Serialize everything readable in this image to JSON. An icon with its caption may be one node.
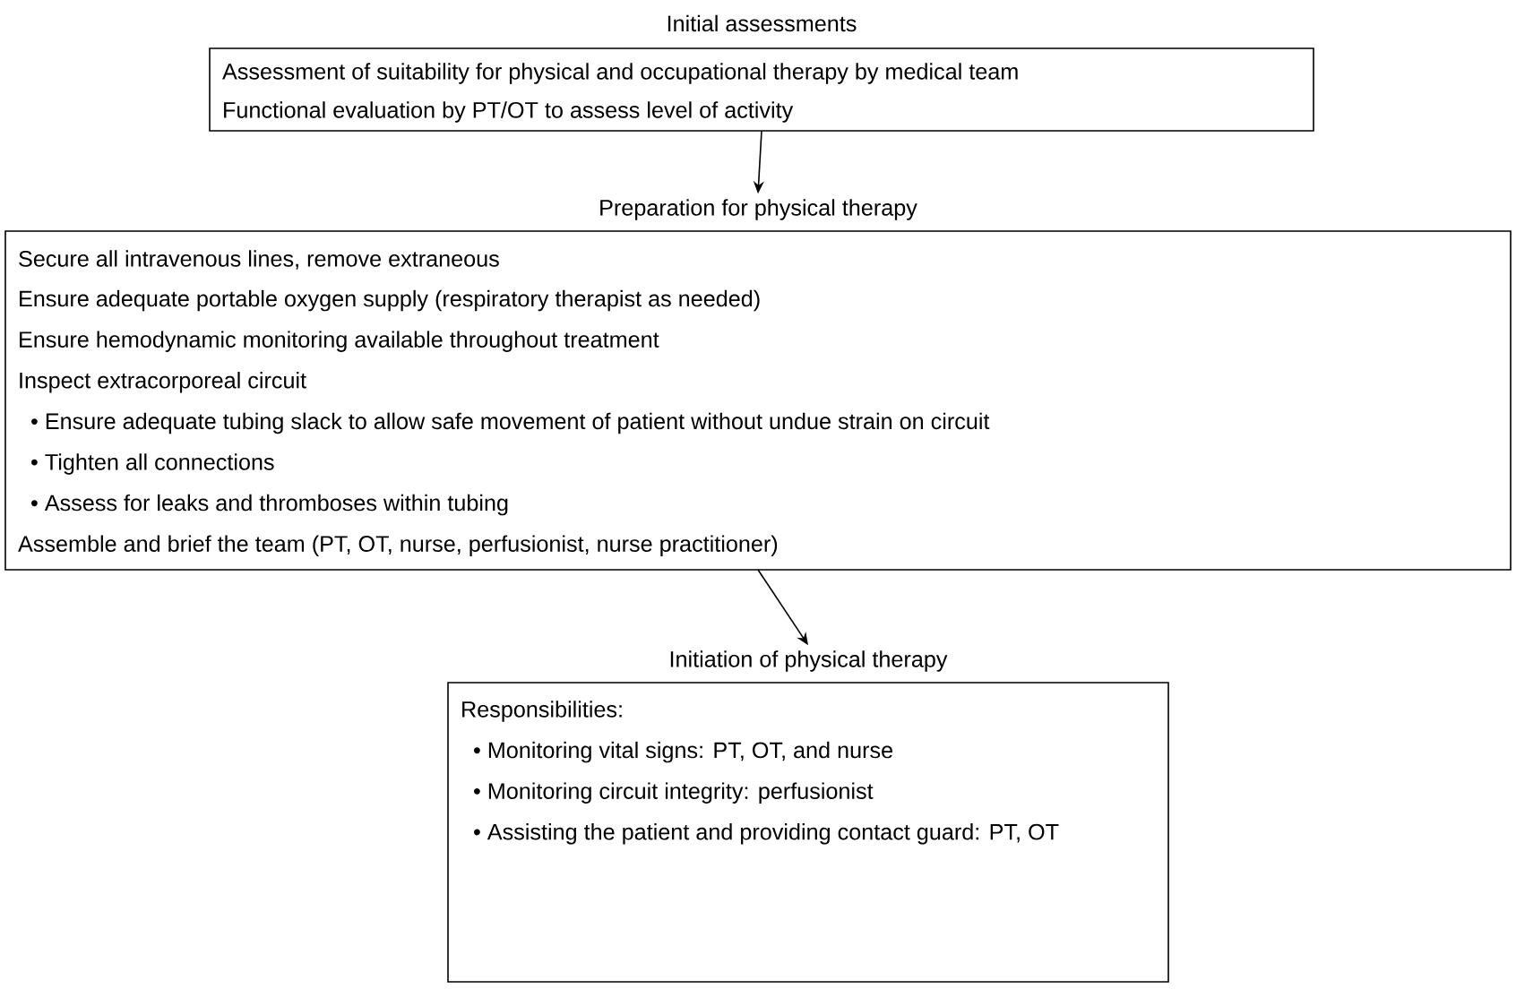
{
  "diagram": {
    "nodes": [
      {
        "text": [
          "Initial assessments",
          "Assessment of suitability for physical and occupational therapy by medical team",
          "Functional evaluation by PT/OT to assess level of activity"
        ]
      },
      {
        "text": [
          "Preparation for physical therapy",
          "Secure all intravenous lines, remove extraneous",
          "Ensure adequate portable oxygen supply (respiratory therapist as needed)",
          "Ensure hemodynamic monitoring available throughout treatment",
          "Inspect extracorporeal circuit",
          "• Ensure adequate tubing slack to allow safe movement of patient without undue strain on circuit",
          "• Tighten all connections",
          "• Assess for leaks and thromboses within tubing",
          "Assemble and brief the team (PT, OT, nurse, perfusionist, nurse practitioner)"
        ]
      },
      {
        "text": [
          "Initiation of physical therapy",
          "Responsibilities:",
          "• Monitoring vital signs: PT, OT, and nurse",
          "• Monitoring circuit integrity: perfusionist",
          "• Assisting the patient and providing contact guard: PT, OT"
        ]
      }
    ],
    "edges": [
      {
        "from": 0,
        "to": 1,
        "arrow": "to"
      },
      {
        "from": 1,
        "to": 2,
        "arrow": "to"
      }
    ]
  }
}
